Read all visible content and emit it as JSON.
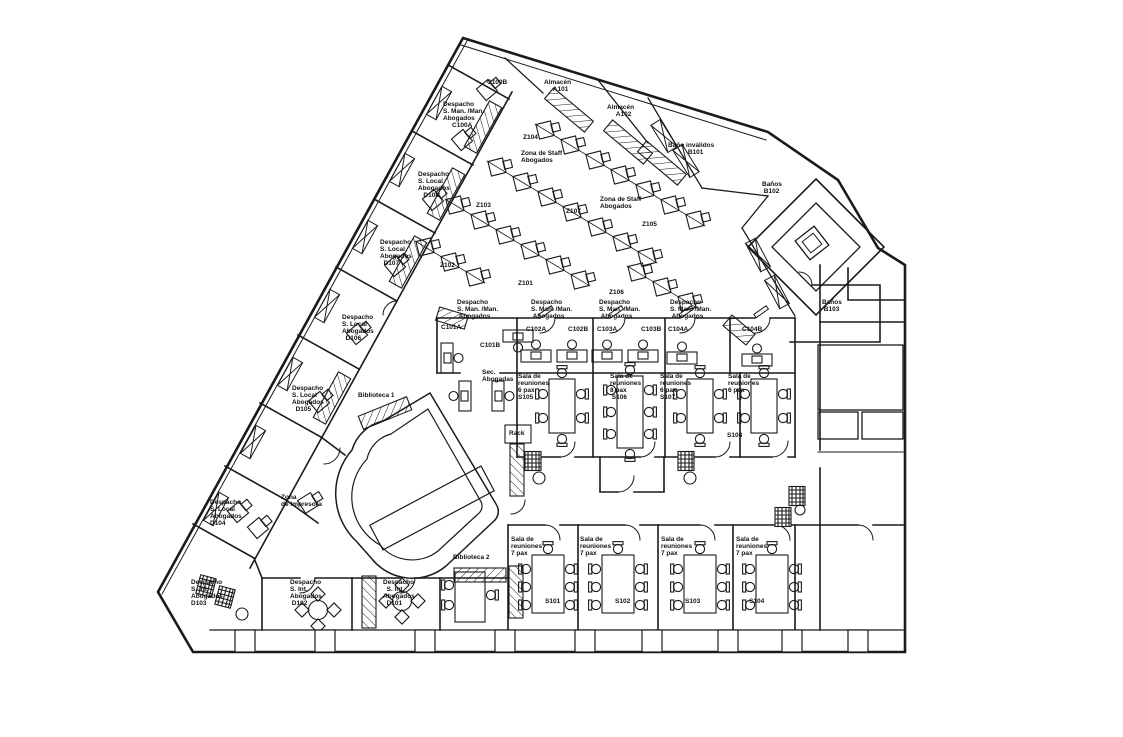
{
  "drawing": {
    "type": "architectural office floor plan",
    "language": "Spanish",
    "ink_color": "#1a1a1a",
    "paper_color": "#ffffff"
  },
  "labels": [
    {
      "id": "c100b",
      "text": "C100B"
    },
    {
      "id": "c100a",
      "text": "Despacho\nS. Man. /Man.\nAbogados\n     C100A"
    },
    {
      "id": "a101",
      "text": "Almacén\n     A101"
    },
    {
      "id": "a102",
      "text": "Almacén\n     A102"
    },
    {
      "id": "b101",
      "text": "Baño inválidos\n           B101"
    },
    {
      "id": "z104",
      "text": "Z104"
    },
    {
      "id": "staff1",
      "text": "Zona de Staff\nAbogados"
    },
    {
      "id": "z103",
      "text": "Z103"
    },
    {
      "id": "z107",
      "text": "Z107"
    },
    {
      "id": "staff2",
      "text": "Zona de Staff\nAbogados"
    },
    {
      "id": "z105",
      "text": "Z105"
    },
    {
      "id": "z102",
      "text": "Z102"
    },
    {
      "id": "z101",
      "text": "Z101"
    },
    {
      "id": "z106",
      "text": "Z106"
    },
    {
      "id": "d108",
      "text": "Despacho\nS. Local\nAbogados\n   D108"
    },
    {
      "id": "d107",
      "text": "Despacho\nS. Local\nAbogados\n  D107"
    },
    {
      "id": "d106",
      "text": "Despacho\nS. Local\nAbogados\n  D106"
    },
    {
      "id": "d105",
      "text": "Despacho\nS. Local\nAbogados\n  D105"
    },
    {
      "id": "d104",
      "text": "Despacho\nS. Local\nAbogados\nD104"
    },
    {
      "id": "bib1",
      "text": "Biblioteca 1"
    },
    {
      "id": "impresora",
      "text": "Zona\nde Impresora"
    },
    {
      "id": "d103",
      "text": "Despacho\nS. Int.\nAbogados\nD103"
    },
    {
      "id": "d102",
      "text": "Despacho\nS. Int.\nAbogados\n D102"
    },
    {
      "id": "d101",
      "text": "Despacho\n  S. Int.\nAbogados\n  D101"
    },
    {
      "id": "bib2",
      "text": "Biblioteca 2"
    },
    {
      "id": "hdr_c101",
      "text": "Despacho\nS. Man. /Man.\n Abogados"
    },
    {
      "id": "hdr_c102",
      "text": "Despacho\nS. Man. /Man.\n Abogados"
    },
    {
      "id": "hdr_c103",
      "text": "Despacho\nS. Man. /Man.\n Abogados"
    },
    {
      "id": "hdr_c104",
      "text": "Despacho\nS. Man. /Man.\n Abogados"
    },
    {
      "id": "c101a",
      "text": "C101A"
    },
    {
      "id": "c101b",
      "text": "C101B"
    },
    {
      "id": "c102a",
      "text": "C102A"
    },
    {
      "id": "c102b",
      "text": "C102B"
    },
    {
      "id": "c103a",
      "text": "C103A"
    },
    {
      "id": "c103b",
      "text": "C103B"
    },
    {
      "id": "c104a",
      "text": "C104A"
    },
    {
      "id": "c104b",
      "text": "C104B"
    },
    {
      "id": "sec",
      "text": "Sec.\nAbogadas"
    },
    {
      "id": "s105",
      "text": "Sala de\nreuniones\n6 pax\nS105"
    },
    {
      "id": "s106",
      "text": "Sala de\nreuniones\n8 pax\n S106"
    },
    {
      "id": "s107",
      "text": "Sala de\nreuniones\n6 pax\nS107"
    },
    {
      "id": "s108",
      "text": "Sala de\nreuniones\n6 pax"
    },
    {
      "id": "s108_code",
      "text": "S108"
    },
    {
      "id": "rack",
      "text": "Rack"
    },
    {
      "id": "b102",
      "text": "Baños\n B102"
    },
    {
      "id": "b103",
      "text": "Baños\n B103"
    },
    {
      "id": "s101",
      "text": "Sala de\nreuniones\n7 pax"
    },
    {
      "id": "s102",
      "text": "Sala de\nreuniones\n7 pax"
    },
    {
      "id": "s103",
      "text": "Sala de\nreuniones\n7 pax"
    },
    {
      "id": "s104",
      "text": "Sala de\nreuniones\n7 pax"
    },
    {
      "id": "s101_code",
      "text": "S101"
    },
    {
      "id": "s102_code",
      "text": "S102"
    },
    {
      "id": "s103_code",
      "text": "S103"
    },
    {
      "id": "s104_code",
      "text": "S104"
    }
  ]
}
